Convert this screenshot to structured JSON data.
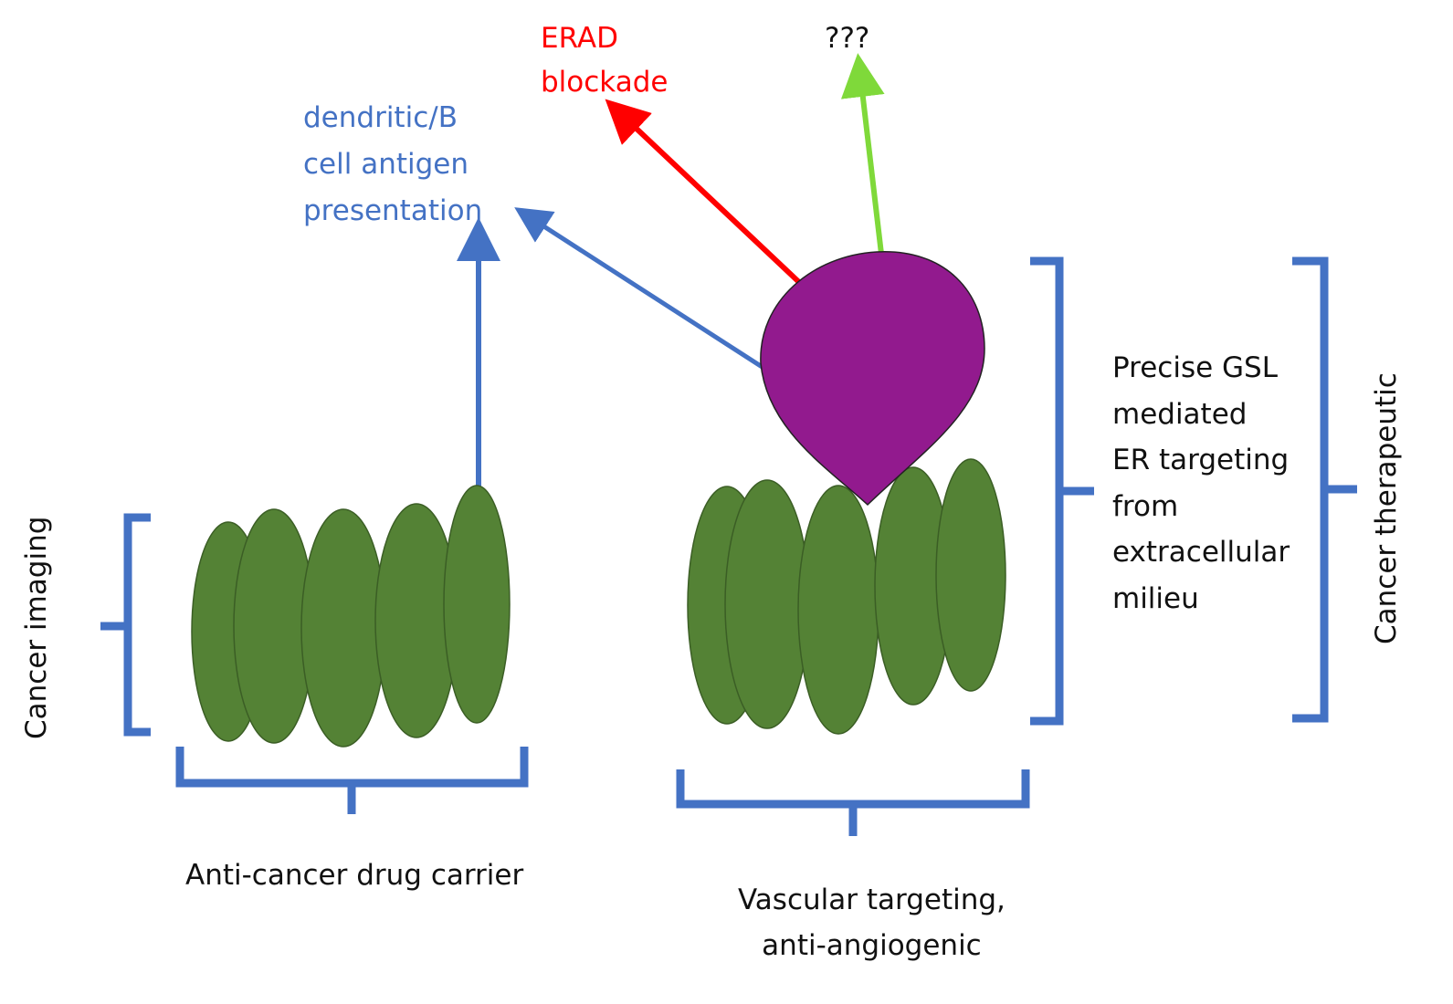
{
  "labels": {
    "erad": [
      "ERAD",
      "blockade"
    ],
    "unknown": "???",
    "antigen": [
      "dendritic/B",
      "cell antigen",
      "presentation"
    ],
    "gsl": [
      "Precise  GSL",
      "mediated",
      "ER targeting",
      "from",
      "extracellular",
      "milieu"
    ],
    "therapeutic": "Cancer therapeutic",
    "imaging": "Cancer imaging",
    "drug_carrier": "Anti-cancer drug carrier",
    "vascular": [
      "Vascular targeting,",
      "anti-angiogenic"
    ]
  },
  "colors": {
    "blue": "#4472C4",
    "red": "#FF0000",
    "green_arrow": "#7FD93A",
    "pentamer": "#548235",
    "pentamer_stroke": "#3B5E25",
    "ligand": "#921A8E"
  },
  "icons": [
    "left-pentamer-icon",
    "right-pentamer-icon",
    "ligand-head-icon"
  ]
}
